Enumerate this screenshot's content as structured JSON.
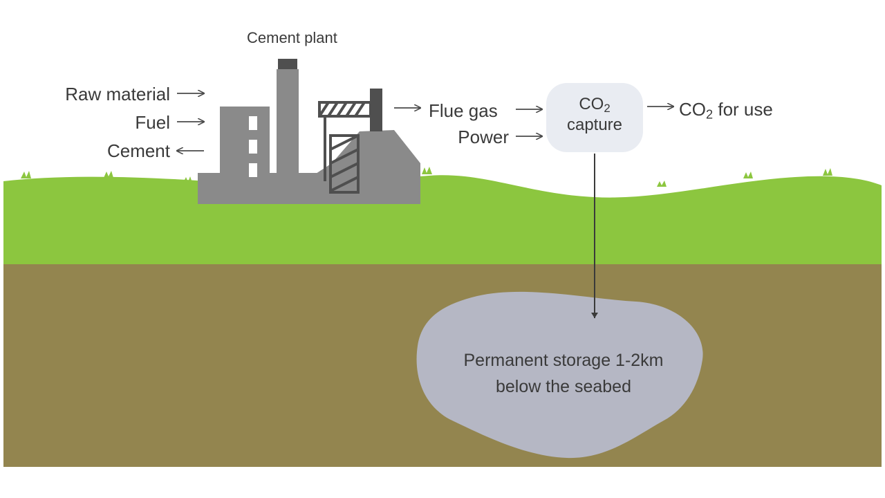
{
  "diagram": {
    "plant_title": "Cement plant",
    "inputs": {
      "raw_material": "Raw material",
      "fuel": "Fuel",
      "cement": "Cement"
    },
    "flue_gas": "Flue gas",
    "power": "Power",
    "capture": {
      "co": "CO",
      "subscript": "2",
      "word": "capture"
    },
    "use": {
      "co": "CO",
      "subscript": "2",
      "suffix": "for use"
    },
    "storage": {
      "line1": "Permanent storage 1-2km",
      "line2": "below the seabed"
    },
    "colors": {
      "grass": "#8cc63f",
      "soil": "#93854f",
      "plant_gray": "#8a8a8a",
      "plant_dark": "#4f4f4f",
      "storage": "#b5b7c4",
      "capture_bubble": "#e9ecf2",
      "arrow": "#4a4a4a",
      "text": "#3a3a3a"
    }
  }
}
